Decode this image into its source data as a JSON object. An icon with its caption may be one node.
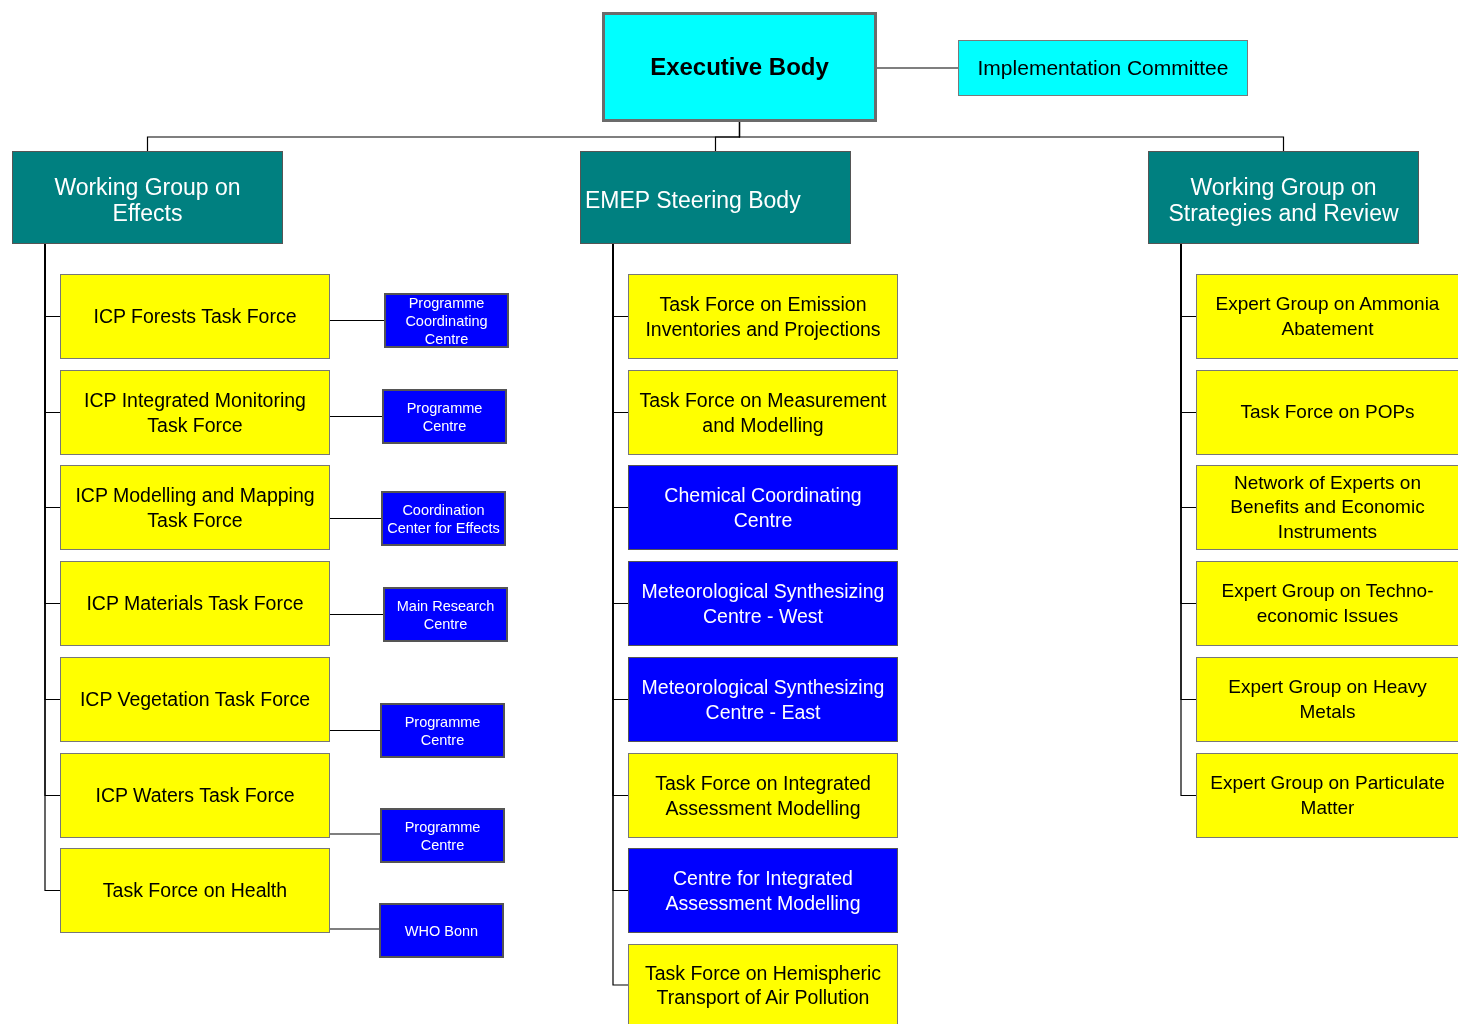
{
  "diagram": {
    "nodes": [
      {
        "text": [
          "Executive Body"
        ]
      },
      {
        "text": [
          "Implementation Committee"
        ]
      },
      {
        "text": [
          "Working Group on Effects"
        ]
      },
      {
        "text": [
          "EMEP Steering Body"
        ]
      },
      {
        "text": [
          "Working Group on Strategies and Review"
        ]
      },
      {
        "text": [
          "ICP Forests Task Force"
        ]
      },
      {
        "text": [
          "Programme Coordinating Centre"
        ]
      },
      {
        "text": [
          "ICP Integrated Monitoring Task Force"
        ]
      },
      {
        "text": [
          "Programme Centre"
        ]
      },
      {
        "text": [
          "ICP Modelling and Mapping Task Force"
        ]
      },
      {
        "text": [
          "Coordination Center for Effects"
        ]
      },
      {
        "text": [
          "ICP Materials Task Force"
        ]
      },
      {
        "text": [
          "Main Research Centre"
        ]
      },
      {
        "text": [
          "ICP Vegetation Task Force"
        ]
      },
      {
        "text": [
          "Programme Centre"
        ]
      },
      {
        "text": [
          "ICP Waters Task Force"
        ]
      },
      {
        "text": [
          "Programme Centre"
        ]
      },
      {
        "text": [
          "Task Force on Health"
        ]
      },
      {
        "text": [
          "WHO Bonn"
        ]
      },
      {
        "text": [
          "Task Force on Emission Inventories and Projections"
        ]
      },
      {
        "text": [
          "Task Force on Measurement and Modelling"
        ]
      },
      {
        "text": [
          "Chemical Coordinating Centre"
        ]
      },
      {
        "text": [
          "Meteorological Synthesizing Centre - West"
        ]
      },
      {
        "text": [
          "Meteorological Synthesizing Centre - East"
        ]
      },
      {
        "text": [
          "Task Force on Integrated Assessment Modelling"
        ]
      },
      {
        "text": [
          "Centre for Integrated Assessment Modelling"
        ]
      },
      {
        "text": [
          "Task Force on Hemispheric Transport of Air Pollution"
        ]
      },
      {
        "text": [
          "Expert Group on Ammonia Abatement"
        ]
      },
      {
        "text": [
          "Task Force on POPs"
        ]
      },
      {
        "text": [
          "Network of Experts on Benefits and Economic Instruments"
        ]
      },
      {
        "text": [
          "Expert Group on Techno-economic Issues"
        ]
      },
      {
        "text": [
          "Expert Group on Heavy Metals"
        ]
      },
      {
        "text": [
          "Expert Group on Particulate Matter"
        ]
      }
    ],
    "edges": [
      {
        "from": 0,
        "to": 1,
        "arrow": "none"
      },
      {
        "from": 0,
        "to": 2,
        "arrow": "none"
      },
      {
        "from": 0,
        "to": 3,
        "arrow": "none"
      },
      {
        "from": 0,
        "to": 4,
        "arrow": "none"
      },
      {
        "from": 2,
        "to": 5,
        "arrow": "none"
      },
      {
        "from": 2,
        "to": 7,
        "arrow": "none"
      },
      {
        "from": 2,
        "to": 9,
        "arrow": "none"
      },
      {
        "from": 2,
        "to": 11,
        "arrow": "none"
      },
      {
        "from": 2,
        "to": 13,
        "arrow": "none"
      },
      {
        "from": 2,
        "to": 15,
        "arrow": "none"
      },
      {
        "from": 2,
        "to": 17,
        "arrow": "none"
      },
      {
        "from": 5,
        "to": 6,
        "arrow": "none"
      },
      {
        "from": 7,
        "to": 8,
        "arrow": "none"
      },
      {
        "from": 9,
        "to": 10,
        "arrow": "none"
      },
      {
        "from": 11,
        "to": 12,
        "arrow": "none"
      },
      {
        "from": 13,
        "to": 14,
        "arrow": "none"
      },
      {
        "from": 15,
        "to": 16,
        "arrow": "none"
      },
      {
        "from": 17,
        "to": 18,
        "arrow": "none"
      },
      {
        "from": 3,
        "to": 19,
        "arrow": "none"
      },
      {
        "from": 3,
        "to": 20,
        "arrow": "none"
      },
      {
        "from": 3,
        "to": 21,
        "arrow": "none"
      },
      {
        "from": 3,
        "to": 22,
        "arrow": "none"
      },
      {
        "from": 3,
        "to": 23,
        "arrow": "none"
      },
      {
        "from": 3,
        "to": 24,
        "arrow": "none"
      },
      {
        "from": 3,
        "to": 25,
        "arrow": "none"
      },
      {
        "from": 3,
        "to": 26,
        "arrow": "none"
      },
      {
        "from": 4,
        "to": 27,
        "arrow": "none"
      },
      {
        "from": 4,
        "to": 28,
        "arrow": "none"
      },
      {
        "from": 4,
        "to": 29,
        "arrow": "none"
      },
      {
        "from": 4,
        "to": 30,
        "arrow": "none"
      },
      {
        "from": 4,
        "to": 31,
        "arrow": "none"
      },
      {
        "from": 4,
        "to": 32,
        "arrow": "none"
      }
    ]
  }
}
